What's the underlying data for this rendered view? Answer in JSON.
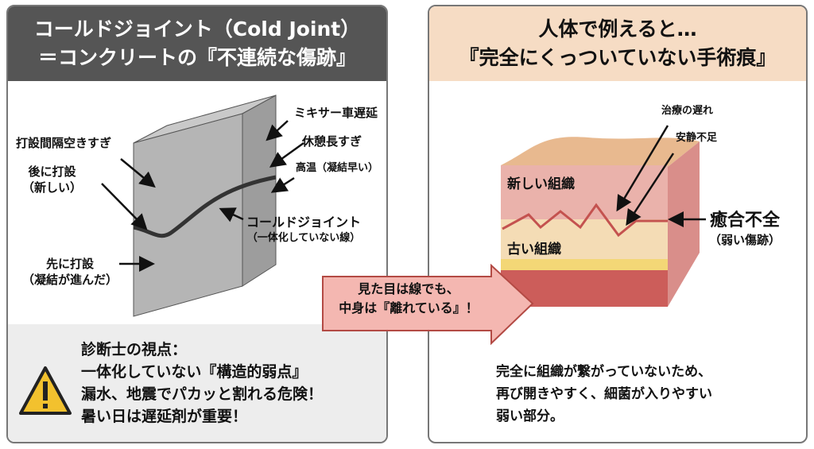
{
  "left": {
    "title_lines": [
      "コールドジョイント（Cold Joint）",
      "＝コンクリートの『不連続な傷跡』"
    ],
    "labels": {
      "interval": "打設間隔空きすぎ",
      "later_1": "後に打設",
      "later_2": "（新しい）",
      "mixer": "ミキサー車遅延",
      "break": "休憩長すぎ",
      "heat": "高温（凝結早い）",
      "cold_joint": "コールドジョイント",
      "cold_joint_sub": "（一体化していない線）",
      "earlier_1": "先に打設",
      "earlier_2": "（凝結が進んだ）"
    },
    "note_lines": [
      "診断士の視点：",
      "一体化していない『構造的弱点』",
      "漏水、地震でパカッと割れる危険！",
      "暑い日は遅延剤が重要！"
    ],
    "icon": "warning-icon"
  },
  "callout_lines": [
    "見た目は線でも、",
    "中身は『離れている』！"
  ],
  "right": {
    "title_lines": [
      "人体で例えると…",
      "『完全にくっついていない手術痕』"
    ],
    "labels": {
      "delay": "治療の遅れ",
      "rest": "安静不足",
      "new_tissue": "新しい組織",
      "old_tissue": "古い組織",
      "failure": "癒合不全",
      "failure_sub": "（弱い傷跡）"
    },
    "note_lines": [
      "完全に組織が繋がっていないため、",
      "再び開きやすく、細菌が入りやすい",
      "弱い部分。"
    ]
  },
  "colors": {
    "dark_header": "#555555",
    "peach_header": "#f6dcc4",
    "callout": "#f4b7b1",
    "warning": "#f2c12e"
  }
}
